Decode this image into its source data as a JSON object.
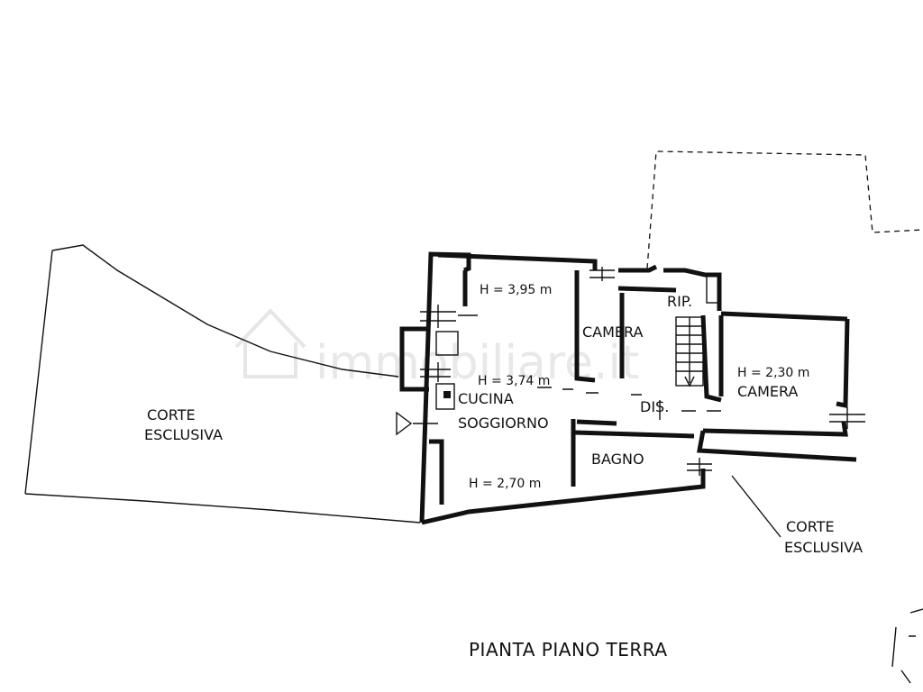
{
  "watermark": {
    "text": "immobiliare.it"
  },
  "plan_title": "PIANTA PIANO TERRA",
  "courtyards": [
    {
      "label_line1": "CORTE",
      "label_line2": "ESCLUSIVA"
    },
    {
      "label_line1": "CORTE",
      "label_line2": "ESCLUSIVA"
    }
  ],
  "rooms": {
    "camera_1": "CAMERA",
    "rip": "RIP.",
    "cucina": "CUCINA",
    "soggiorno": "SOGGIORNO",
    "dis": "DIS.",
    "bagno": "BAGNO",
    "camera_2": "CAMERA"
  },
  "heights": {
    "h1": "H = 3,95 m",
    "h2": "H = 3,74 m",
    "h3": "H = 2,70 m",
    "h4": "H = 2,30 m"
  },
  "colors": {
    "ink": "#111111",
    "paper": "#ffffff",
    "watermark": "#d6d6d6"
  }
}
